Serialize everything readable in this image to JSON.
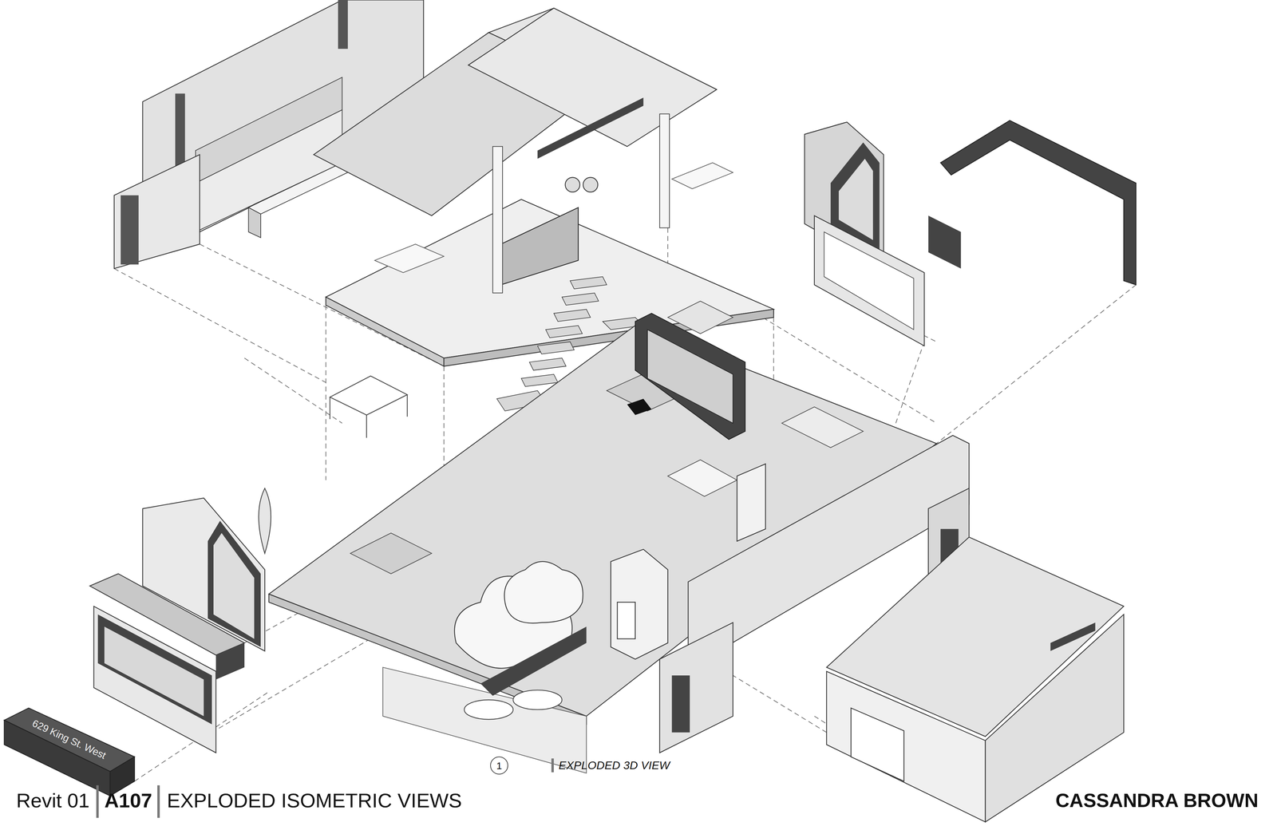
{
  "diagram": {
    "title": "EXPLODED ISOMETRIC VIEWS",
    "nodes": [
      {
        "text": [
          "1"
        ]
      }
    ],
    "edges": [],
    "labels": [
      "629 King St. West",
      "EXPLODED 3D VIEW",
      "Revit 01",
      "A107",
      "CASSANDRA BROWN"
    ]
  }
}
